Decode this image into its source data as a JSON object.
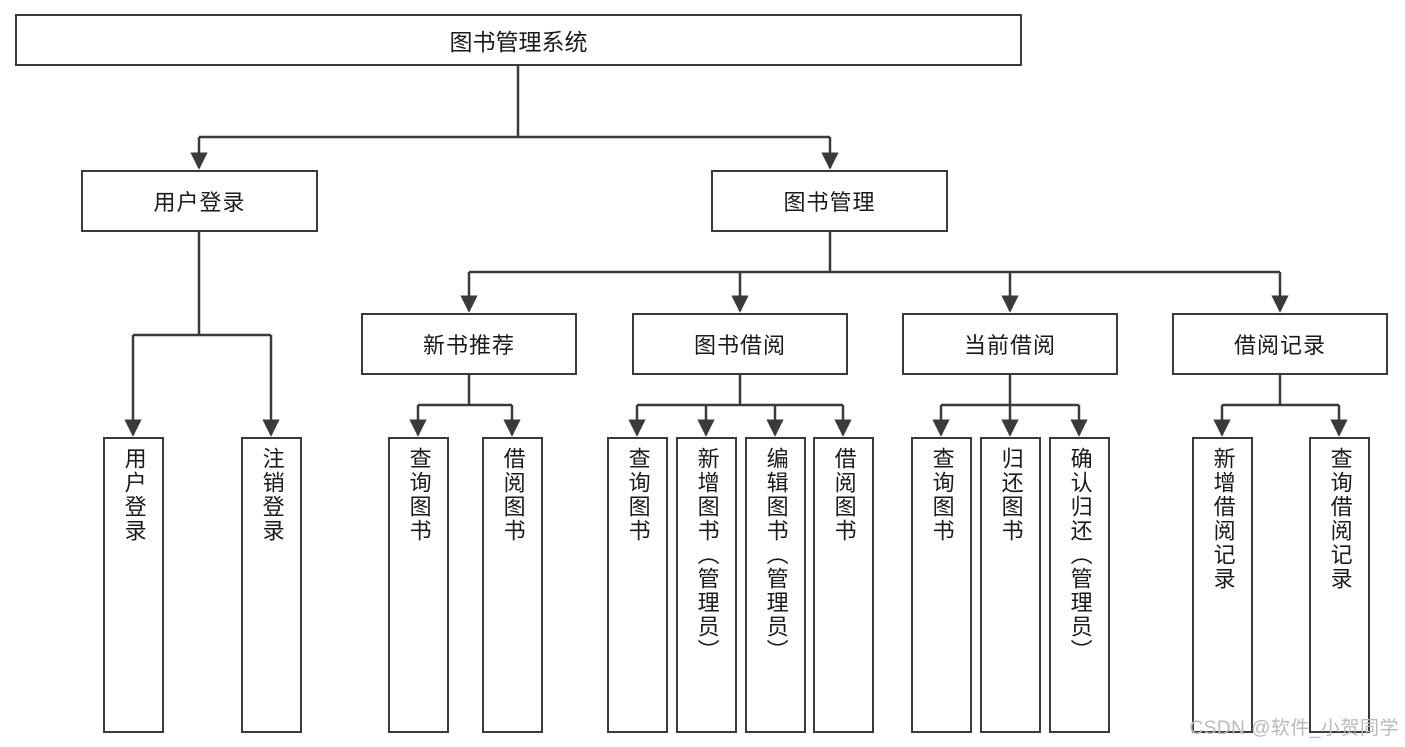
{
  "diagram": {
    "title": "图书管理系统",
    "root": {
      "label": "图书管理系统"
    },
    "level2": [
      {
        "label": "用户登录"
      },
      {
        "label": "图书管理"
      }
    ],
    "level3": [
      {
        "label": "新书推荐"
      },
      {
        "label": "图书借阅"
      },
      {
        "label": "当前借阅"
      },
      {
        "label": "借阅记录"
      }
    ],
    "leaves": {
      "user_login": [
        {
          "label": "用户登录"
        },
        {
          "label": "注销登录"
        }
      ],
      "new_book": [
        {
          "label": "查询图书"
        },
        {
          "label": "借阅图书"
        }
      ],
      "book_borrow": [
        {
          "label": "查询图书"
        },
        {
          "label": "新增图书（管理员）"
        },
        {
          "label": "编辑图书（管理员）"
        },
        {
          "label": "借阅图书"
        }
      ],
      "current_borrow": [
        {
          "label": "查询图书"
        },
        {
          "label": "归还图书"
        },
        {
          "label": "确认归还（管理员）"
        }
      ],
      "borrow_record": [
        {
          "label": "新增借阅记录"
        },
        {
          "label": "查询借阅记录"
        }
      ]
    }
  },
  "watermark": {
    "text": "CSDN @软件_小贺同学"
  },
  "colors": {
    "box_border": "#3a3a3a",
    "background": "#ffffff",
    "text": "#1a1a1a",
    "watermark": "#b9b9b9"
  }
}
